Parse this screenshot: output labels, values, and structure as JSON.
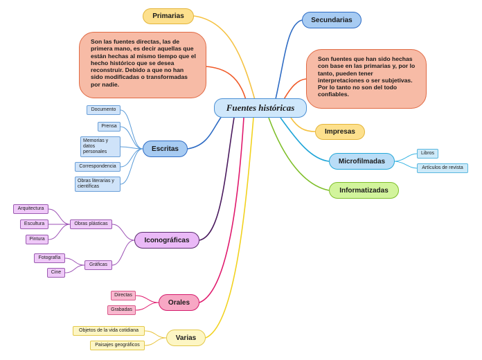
{
  "central": {
    "label": "Fuentes históricas"
  },
  "primarias": {
    "label": "Primarias",
    "note": "Son las fuentes directas, las de primera mano, es decir aquellas que están hechas al mismo tiempo que el hecho histórico que se desea reconstruir. Debido a que no han sido modificadas o transformadas por nadie."
  },
  "secundarias": {
    "label": "Secundarias",
    "note": "Son fuentes que han sido hechas con base en las primarias y, por lo tanto, pueden tener interpretaciones o ser subjetivas. Por lo tanto no son del todo confiables."
  },
  "impresas": {
    "label": "Impresas"
  },
  "microfilmadas": {
    "label": "Microfilmadas",
    "children": [
      "Libros",
      "Artículos de revista"
    ]
  },
  "informatizadas": {
    "label": "Informatizadas"
  },
  "escritas": {
    "label": "Escritas",
    "children": [
      "Documento",
      "Prensa",
      "Memorias y datos personales",
      "Correspondencia",
      "Obras literarias y científicas"
    ]
  },
  "iconograficas": {
    "label": "Iconográficas",
    "obras": {
      "label": "Obras plásticas",
      "children": [
        "Arquitectura",
        "Escultura",
        "Pintura"
      ]
    },
    "graficas": {
      "label": "Gráficas",
      "children": [
        "Fotografía",
        "Cine"
      ]
    }
  },
  "orales": {
    "label": "Orales",
    "children": [
      "Directas",
      "Grabadas"
    ]
  },
  "varias": {
    "label": "Varias",
    "children": [
      "Objetos de la vida cotidiana",
      "Paisajes geográficos"
    ]
  },
  "colors": {
    "blue": "#2d6bc4",
    "yellow": "#f5c242",
    "orange": "#f05a28",
    "teal": "#1fa5d8",
    "green": "#7fbf2a",
    "purple": "#4a1a5e",
    "pink": "#e0186c",
    "lyellow": "#f2d21e",
    "escritas_leaf": "#5a9bd8",
    "icono_leaf": "#9b4fb4",
    "orales_leaf": "#e0186c",
    "varias_leaf": "#e8c33a",
    "micro_leaf": "#38b4e3"
  }
}
